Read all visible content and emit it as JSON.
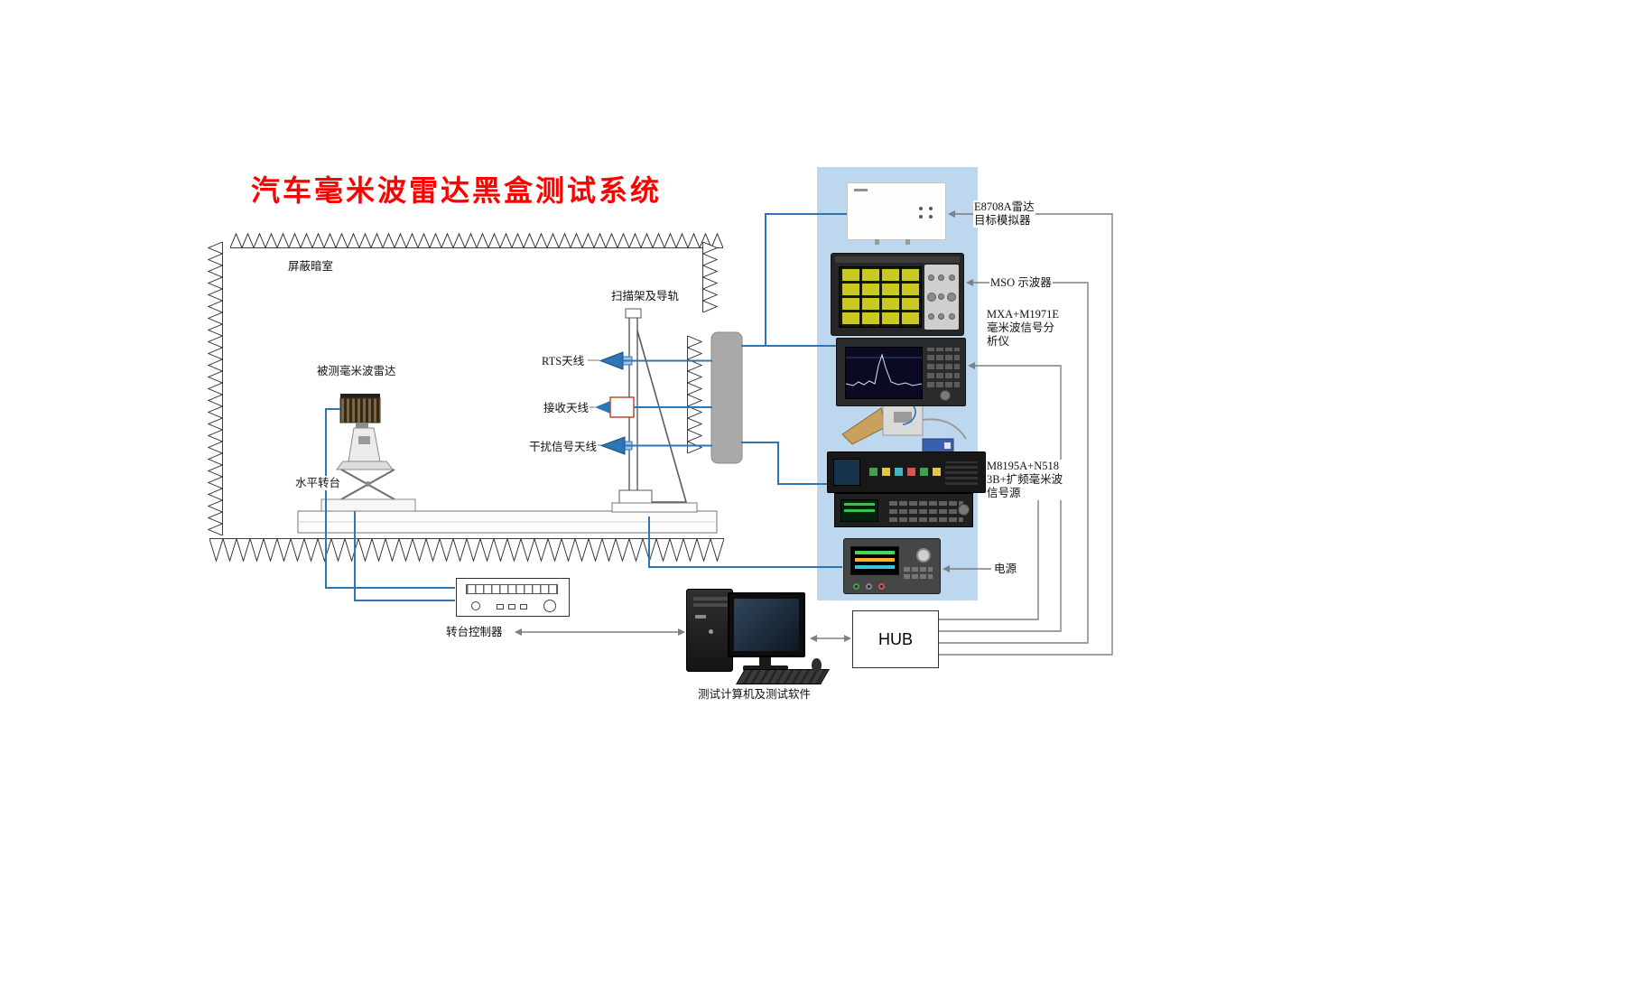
{
  "title": "汽车毫米波雷达黑盒测试系统",
  "chamber": {
    "label": "屏蔽暗室",
    "scanner_frame_label": "扫描架及导轨",
    "radar_label": "被测毫米波雷达",
    "turntable_label": "水平转台",
    "antenna_rts": "RTS天线",
    "antenna_receive": "接收天线",
    "antenna_interference": "干扰信号天线"
  },
  "rack": {
    "target_simulator_label_1": "E8708A雷达",
    "target_simulator_label_2": "目标模拟器",
    "oscilloscope_label": "MSO 示波器",
    "analyzer_label_1": "MXA+M1971E",
    "analyzer_label_2": "毫米波信号分",
    "analyzer_label_3": "析仪",
    "source_label_1": "M8195A+N518",
    "source_label_2": "3B+扩频毫米波",
    "source_label_3": "信号源",
    "power_label": "电源"
  },
  "peripherals": {
    "controller_label": "转台控制器",
    "computer_label": "测试计算机及测试软件",
    "hub_label": "HUB"
  },
  "colors": {
    "title_red": "#FF0000",
    "rack_panel_blue": "#BDD7EE",
    "rf_line_blue": "#2E75B6",
    "control_line_gray": "#7F7F7F",
    "absorber_outline": "#222222",
    "feedthrough_panel_gray": "#A9A9A9"
  }
}
